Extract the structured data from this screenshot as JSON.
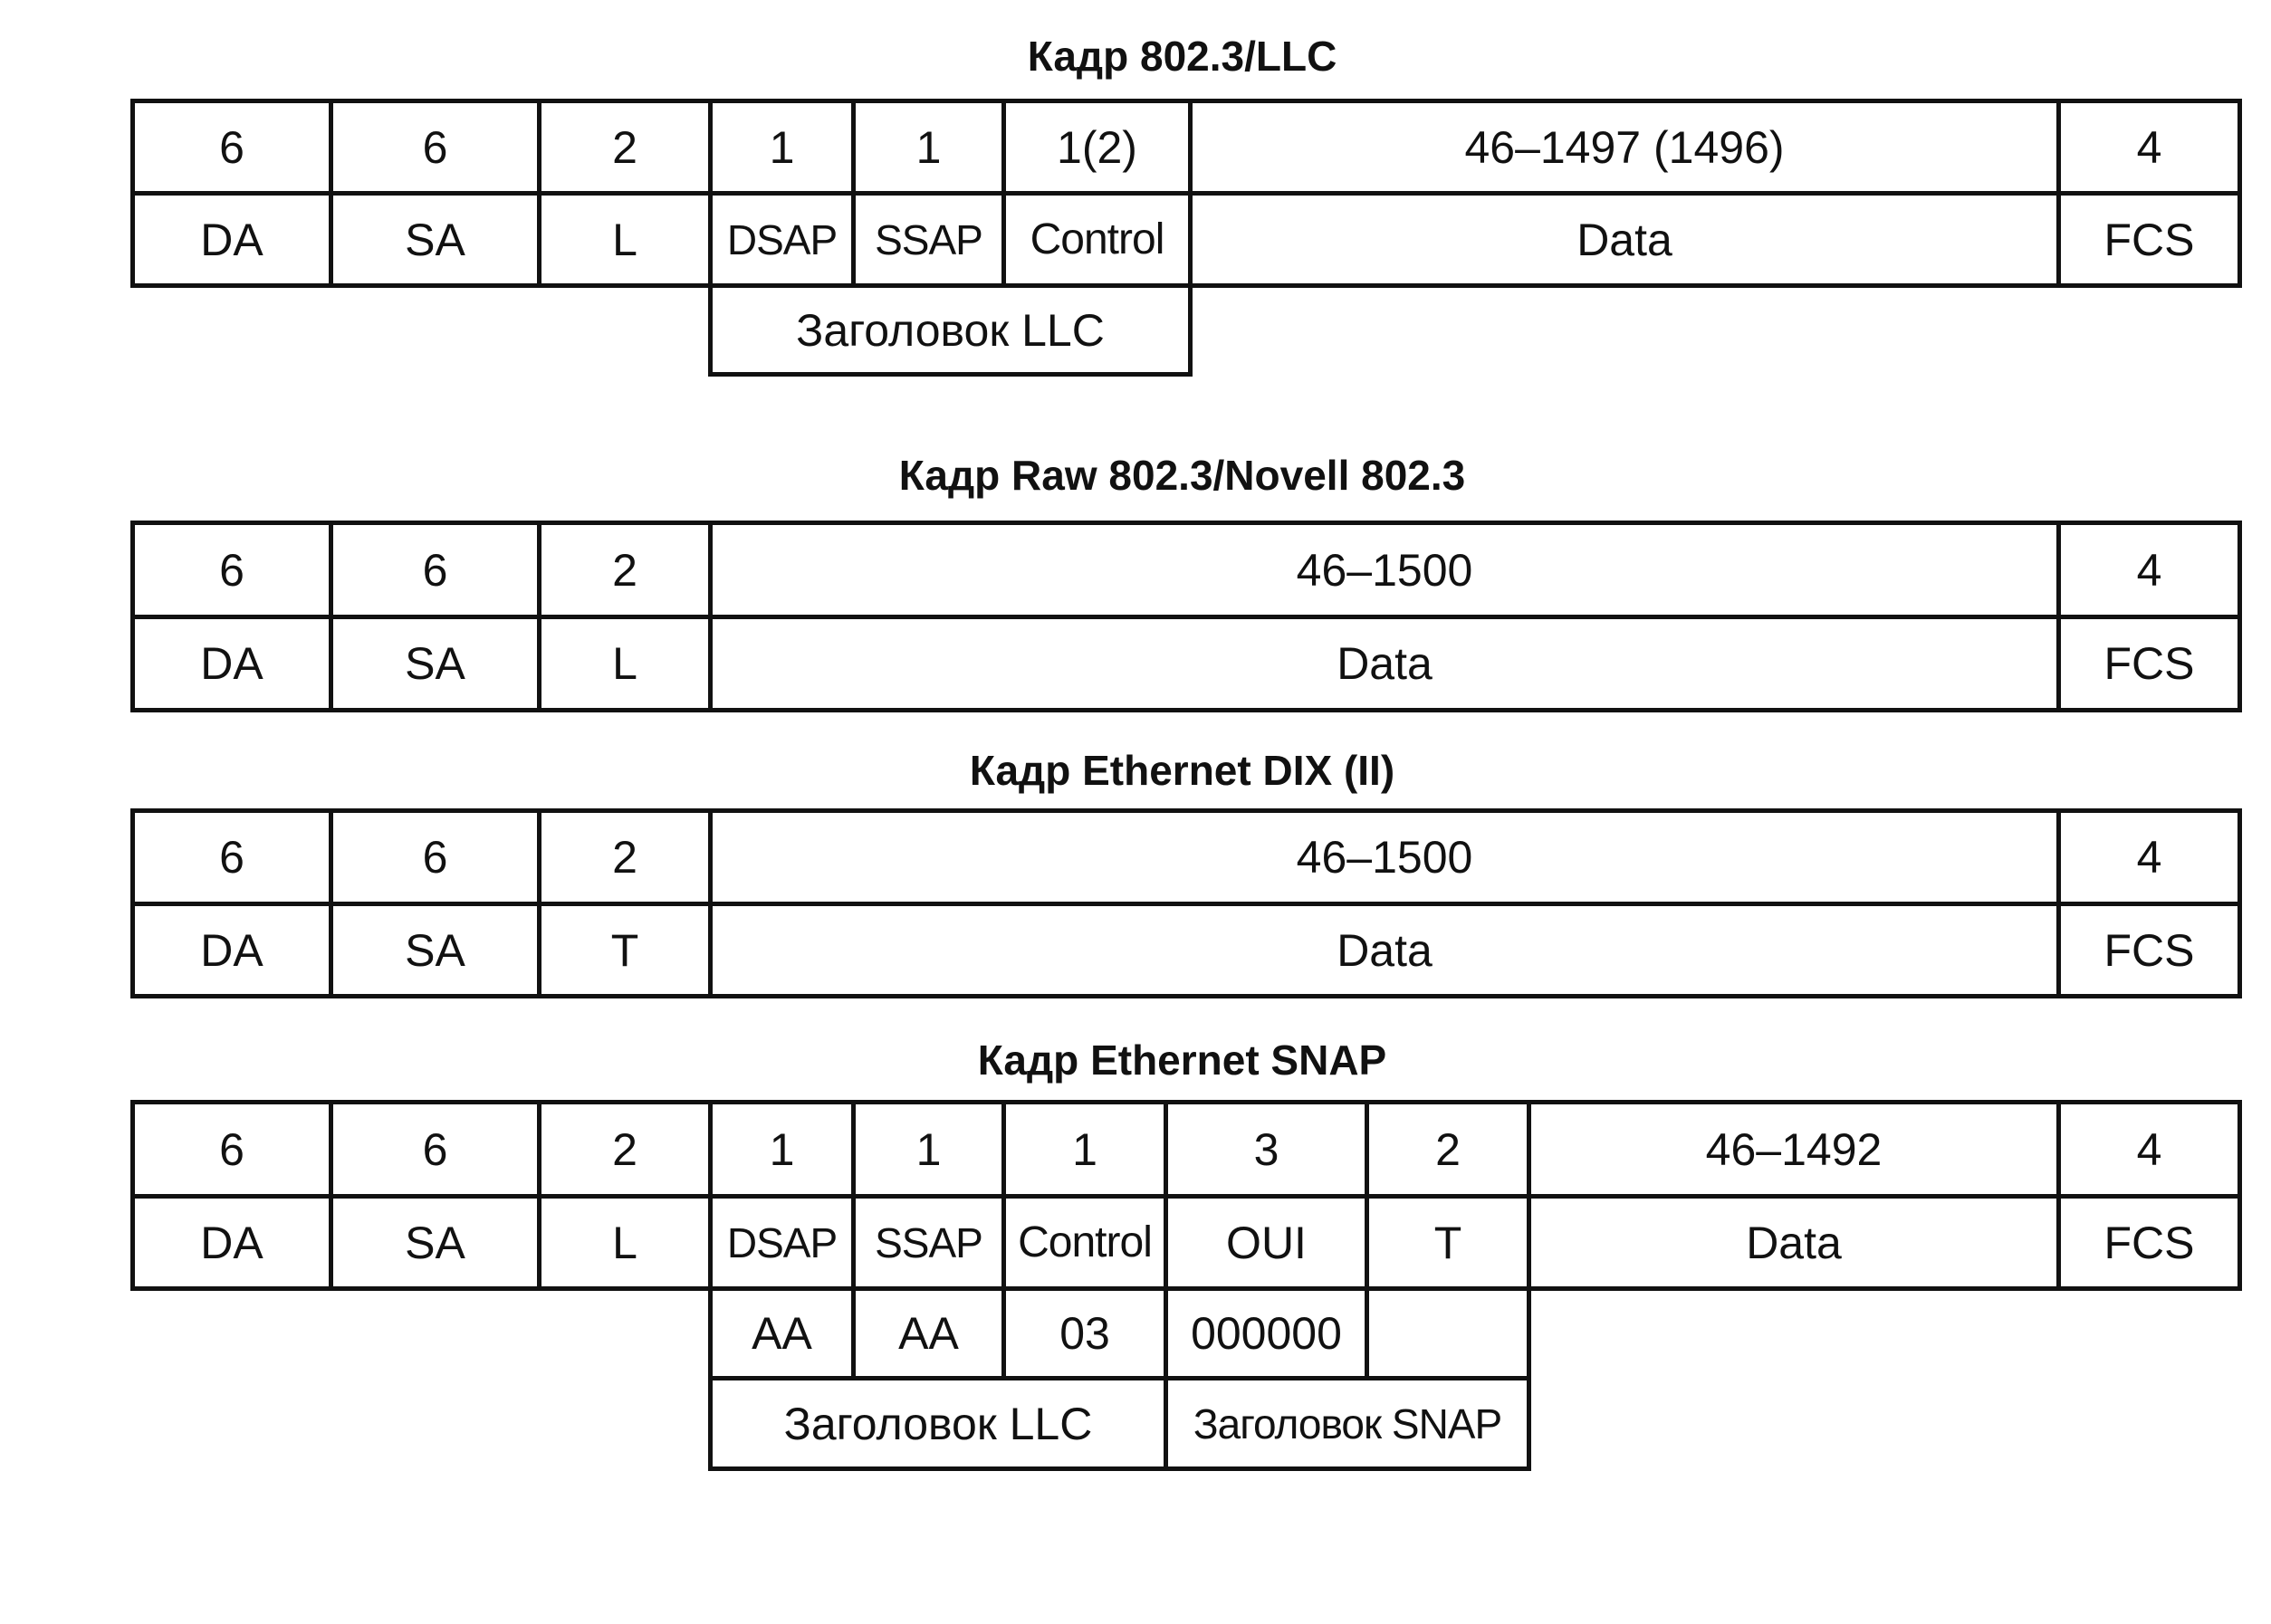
{
  "frames": [
    {
      "id": "llc",
      "title": "Кадр 802.3/LLC",
      "sizes": [
        "6",
        "6",
        "2",
        "1",
        "1",
        "1(2)",
        "46–1497 (1496)",
        "4"
      ],
      "fields": [
        "DA",
        "SA",
        "L",
        "DSAP",
        "SSAP",
        "Control",
        "Data",
        "FCS"
      ],
      "header_label": "Заголовок LLC"
    },
    {
      "id": "raw",
      "title": "Кадр Raw 802.3/Novell 802.3",
      "sizes": [
        "6",
        "6",
        "2",
        "46–1500",
        "4"
      ],
      "fields": [
        "DA",
        "SA",
        "L",
        "Data",
        "FCS"
      ]
    },
    {
      "id": "dix",
      "title": "Кадр Ethernet DIX (II)",
      "sizes": [
        "6",
        "6",
        "2",
        "46–1500",
        "4"
      ],
      "fields": [
        "DA",
        "SA",
        "T",
        "Data",
        "FCS"
      ]
    },
    {
      "id": "snap",
      "title": "Кадр Ethernet SNAP",
      "sizes": [
        "6",
        "6",
        "2",
        "1",
        "1",
        "1",
        "3",
        "2",
        "46–1492",
        "4"
      ],
      "fields": [
        "DA",
        "SA",
        "L",
        "DSAP",
        "SSAP",
        "Control",
        "OUI",
        "T",
        "Data",
        "FCS"
      ],
      "values": [
        "AA",
        "AA",
        "03",
        "000000",
        ""
      ],
      "header_labels": [
        "Заголовок LLC",
        "Заголовок SNAP"
      ]
    }
  ]
}
